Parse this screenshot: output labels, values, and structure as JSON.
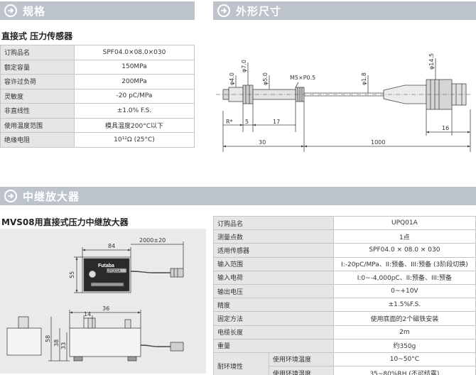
{
  "sections": {
    "spec": "规格",
    "dimensions": "外形尺寸",
    "relay": "中继放大器"
  },
  "sensor": {
    "title": "直接式 压力传感器",
    "rows": [
      {
        "k": "订购品名",
        "v": "SPF04.0×08.0×030"
      },
      {
        "k": "额定容量",
        "v": "150MPa"
      },
      {
        "k": "容许过负荷",
        "v": "200MPa"
      },
      {
        "k": "灵敏度",
        "v": "-20 pC/MPa"
      },
      {
        "k": "非直线性",
        "v": "±1.0% F.S."
      },
      {
        "k": "使用温度范围",
        "v": "模具温度200°C以下"
      },
      {
        "k": "绝缘电阻",
        "v": "10¹²Ω (25°C)"
      }
    ]
  },
  "drawing1": {
    "d_top1": "φ7.0",
    "d_top2": "φ5.0",
    "d_left": "φ4.0",
    "thread": "M5×P0.5",
    "d_cable": "φ1.8",
    "d_bnc": "φ14.5",
    "r_label": "R*",
    "l1": "5",
    "l2": "17",
    "l3": "30",
    "l4": "1000",
    "l5": "16"
  },
  "relay": {
    "title": "MVS08用直接式压力中继放大器",
    "rows": [
      {
        "k": "订购品名",
        "v": "UPQ01A"
      },
      {
        "k": "测量点数",
        "v": "1点"
      },
      {
        "k": "适用传感器",
        "v": "SPF04.0 × 08.0 × 030"
      },
      {
        "k": "输入范围",
        "v": "I:-20pC/MPa、II:预备、III:预备 (3阶段切换)"
      },
      {
        "k": "输入电荷",
        "v": "I:0~-4,000pC、II:预备、III:预备"
      },
      {
        "k": "输出电压",
        "v": "0~+10V"
      },
      {
        "k": "精度",
        "v": "±1.5%F.S."
      },
      {
        "k": "固定方法",
        "v": "使用底面的2个磁铁安装"
      },
      {
        "k": "电缆长度",
        "v": "2m"
      },
      {
        "k": "重量",
        "v": "约350g"
      }
    ],
    "env": {
      "k": "耐环境性",
      "sub": [
        {
          "k": "使用环境温度",
          "v": "10~50°C"
        },
        {
          "k": "使用环境湿度",
          "v": "35~80%RH (不可结露)"
        }
      ]
    }
  },
  "drawing2": {
    "w": "84",
    "cable": "2000±20",
    "h": "55",
    "brand": "Futaba",
    "model": "UPQ01A",
    "d36": "36",
    "d14": "14",
    "d58": "58",
    "d38": "38",
    "d33": "33"
  }
}
